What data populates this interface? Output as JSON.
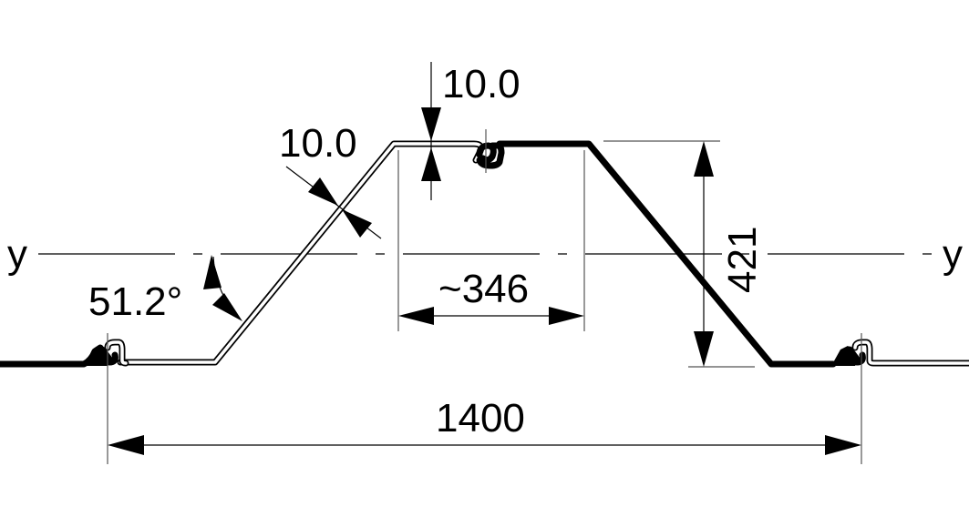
{
  "drawing": {
    "type": "sheet pile cross-section",
    "axis": {
      "left_label": "y",
      "right_label": "y"
    },
    "dimensions": {
      "system_width": "1400",
      "flange_width": "~346",
      "height": "421",
      "flange_thickness": "10.0",
      "web_thickness": "10.0",
      "web_angle": "51.2°"
    },
    "colors": {
      "line": "#000000",
      "extension_line": "#555555",
      "background": "#ffffff"
    }
  }
}
